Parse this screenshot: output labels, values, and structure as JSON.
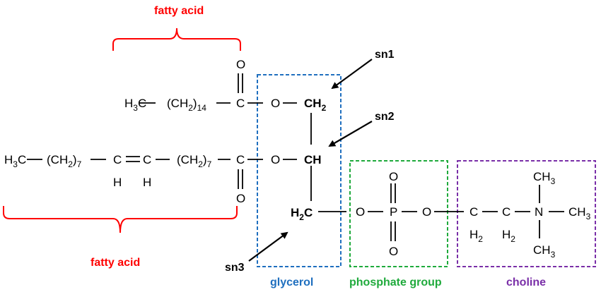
{
  "labels": {
    "fatty_acid_top": "fatty acid",
    "fatty_acid_bottom": "fatty acid",
    "glycerol": "glycerol",
    "phosphate_group": "phosphate group",
    "choline": "choline",
    "sn1": "sn1",
    "sn2": "sn2",
    "sn3": "sn3"
  },
  "colors": {
    "fatty_acid": "#ff0000",
    "glycerol": "#1f6fbf",
    "phosphate_group": "#1faa3c",
    "choline": "#7a2fa8"
  },
  "atoms": {
    "C": "C",
    "O": "O",
    "H": "H",
    "P": "P",
    "N": "N",
    "CH": "CH",
    "H3C": "H3C",
    "CH2": "CH2",
    "H2C": "H2C",
    "CH3": "CH3",
    "H2": "H2",
    "CH2_14": "(CH2)14",
    "CH2_7": "(CH2)7"
  }
}
